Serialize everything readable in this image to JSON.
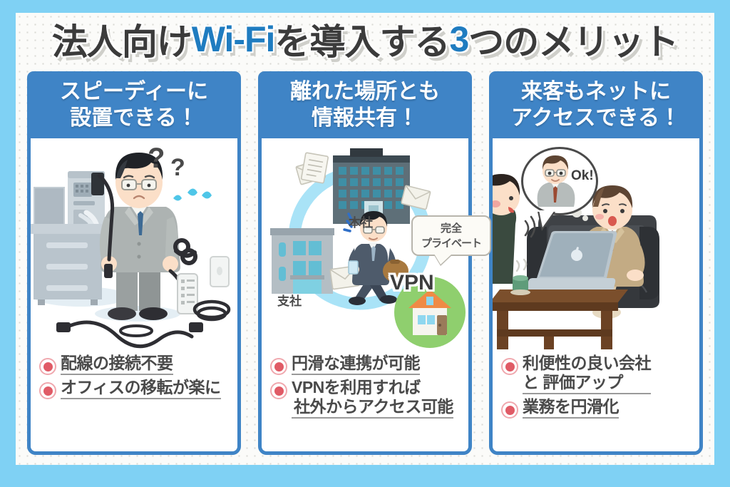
{
  "page": {
    "bg_color": "#7fd1f4",
    "panel_color": "#fbfbf9",
    "accent_blue": "#3f84c6",
    "title_blue": "#1f7cc0",
    "bullet_red": "#e05b66"
  },
  "headline": {
    "part1": "法人向け",
    "part2_accent": "Wi-Fi",
    "part3": "を導入する",
    "part4_accent": "3",
    "part5": "つのメリット",
    "full_text": "法人向けWi-Fiを導入する3つのメリット"
  },
  "cards": [
    {
      "header_line1": "スピーディーに",
      "header_line2": "設置できる！",
      "illustration": "office-worker-tangled-cables",
      "bullets": [
        {
          "lines": [
            "配線の接続不要"
          ]
        },
        {
          "lines": [
            "オフィスの移転が楽に"
          ]
        }
      ]
    },
    {
      "header_line1": "離れた場所とも",
      "header_line2": "情報共有！",
      "illustration": "headquarters-branch-vpn-network",
      "labels": {
        "headquarters": "本社",
        "branch": "支社",
        "vpn": "VPN",
        "bubble_line1": "完全",
        "bubble_line2": "プライベート"
      },
      "bullets": [
        {
          "lines": [
            "円滑な連携が可能"
          ]
        },
        {
          "lines": [
            "VPNを利用すれば",
            "社外からアクセス可能"
          ]
        }
      ]
    },
    {
      "header_line1": "来客もネットに",
      "header_line2": "アクセスできる！",
      "illustration": "guest-using-laptop-on-sofa",
      "labels": {
        "thought_bubble": "Ok!"
      },
      "bullets": [
        {
          "lines": [
            "利便性の良い会社",
            "と 評価アップ"
          ]
        },
        {
          "lines": [
            "業務を円滑化"
          ]
        }
      ]
    }
  ]
}
